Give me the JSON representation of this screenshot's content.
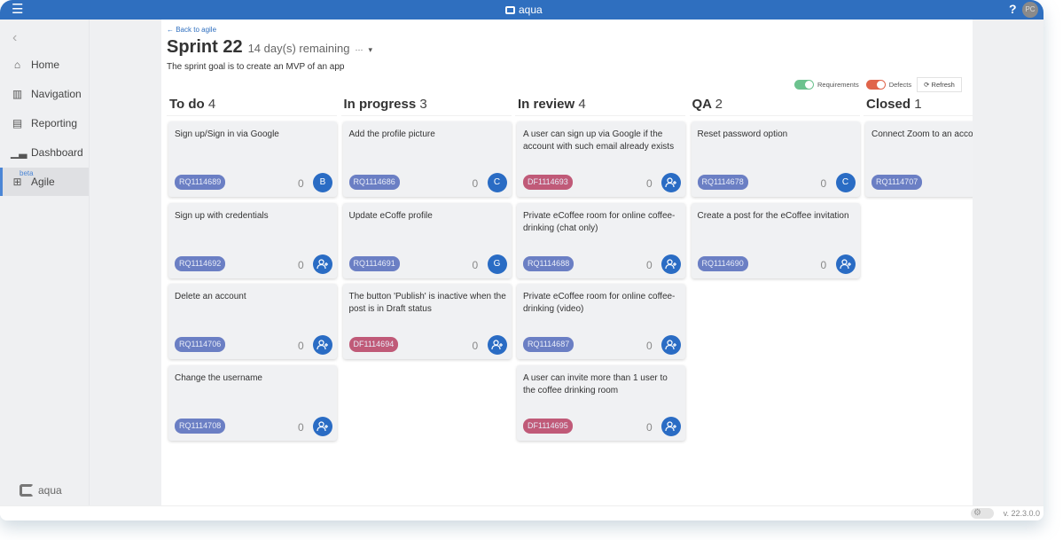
{
  "app": {
    "brand": "aqua",
    "help": "?",
    "user_initials": "PC",
    "version": "v. 22.3.0.0"
  },
  "sidebar": {
    "items": [
      {
        "label": "Home",
        "icon": "home-icon",
        "glyph": "⌂"
      },
      {
        "label": "Navigation",
        "icon": "map-icon",
        "glyph": "▥"
      },
      {
        "label": "Reporting",
        "icon": "report-icon",
        "glyph": "▤"
      },
      {
        "label": "Dashboard",
        "icon": "chart-icon",
        "glyph": "▁▃"
      },
      {
        "label": "Agile",
        "icon": "grid-icon",
        "glyph": "⊞",
        "badge": "beta",
        "active": true
      }
    ],
    "logo": "aqua"
  },
  "header": {
    "back": "← Back to agile",
    "title": "Sprint 22",
    "remaining": "14 day(s) remaining",
    "more": "···",
    "dropdown": "▾",
    "goal": "The sprint goal is to create an MVP of an app"
  },
  "filters": {
    "requirements": "Requirements",
    "defects": "Defects",
    "refresh": "Refresh",
    "requirements_color": "#6cc28e",
    "defects_color": "#e0644a"
  },
  "colors": {
    "requirement": "#6b7fc4",
    "defect": "#c05a78",
    "accent": "#2f6fbf"
  },
  "columns": [
    {
      "name": "To do",
      "count": "4",
      "cards": [
        {
          "title": "Sign up/Sign in via Google",
          "id": "RQ1114689",
          "type": "requirement",
          "count": "0",
          "assignee": "B"
        },
        {
          "title": "Sign up with credentials",
          "id": "RQ1114692",
          "type": "requirement",
          "count": "0",
          "assignee": ""
        },
        {
          "title": "Delete an account",
          "id": "RQ1114706",
          "type": "requirement",
          "count": "0",
          "assignee": ""
        },
        {
          "title": "Change the username",
          "id": "RQ1114708",
          "type": "requirement",
          "count": "0",
          "assignee": ""
        }
      ]
    },
    {
      "name": "In progress",
      "count": "3",
      "cards": [
        {
          "title": "Add the profile picture",
          "id": "RQ1114686",
          "type": "requirement",
          "count": "0",
          "assignee": "C"
        },
        {
          "title": "Update eCoffe profile",
          "id": "RQ1114691",
          "type": "requirement",
          "count": "0",
          "assignee": "G"
        },
        {
          "title": "The button 'Publish' is inactive when the post is in Draft status",
          "id": "DF1114694",
          "type": "defect",
          "count": "0",
          "assignee": ""
        }
      ]
    },
    {
      "name": "In review",
      "count": "4",
      "cards": [
        {
          "title": "A user can sign up via Google if the account with such email already exists",
          "id": "DF1114693",
          "type": "defect",
          "count": "0",
          "assignee": ""
        },
        {
          "title": "Private eCoffee room for online coffee-drinking (chat only)",
          "id": "RQ1114688",
          "type": "requirement",
          "count": "0",
          "assignee": ""
        },
        {
          "title": "Private eCoffee room for online coffee-drinking (video)",
          "id": "RQ1114687",
          "type": "requirement",
          "count": "0",
          "assignee": ""
        },
        {
          "title": "A user can invite more than 1 user to the coffee drinking room",
          "id": "DF1114695",
          "type": "defect",
          "count": "0",
          "assignee": ""
        }
      ]
    },
    {
      "name": "QA",
      "count": "2",
      "cards": [
        {
          "title": "Reset password option",
          "id": "RQ1114678",
          "type": "requirement",
          "count": "0",
          "assignee": "C"
        },
        {
          "title": "Create a post for the eCoffee invitation",
          "id": "RQ1114690",
          "type": "requirement",
          "count": "0",
          "assignee": ""
        }
      ]
    },
    {
      "name": "Closed",
      "count": "1",
      "cards": [
        {
          "title": "Connect Zoom to an account",
          "id": "RQ1114707",
          "type": "requirement",
          "count": "",
          "assignee": ""
        }
      ]
    }
  ]
}
